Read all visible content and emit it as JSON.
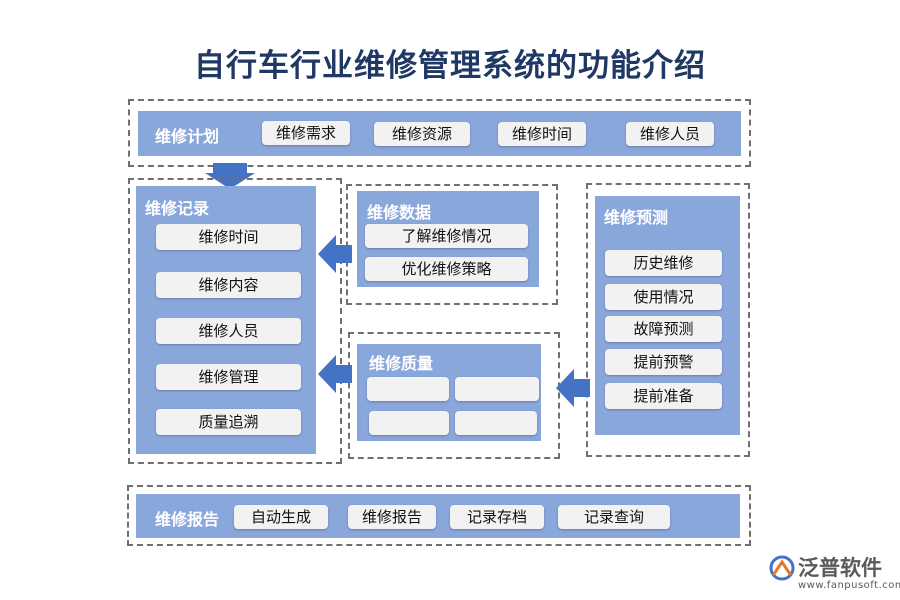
{
  "title": "自行车行业维修管理系统的功能介绍",
  "plan": {
    "title": "维修计划",
    "items": [
      "维修需求",
      "维修资源",
      "维修时间",
      "维修人员"
    ]
  },
  "record": {
    "title": "维修记录",
    "items": [
      "维修时间",
      "维修内容",
      "维修人员",
      "维修管理",
      "质量追溯"
    ]
  },
  "data": {
    "title": "维修数据",
    "items": [
      "了解维修情况",
      "优化维修策略"
    ]
  },
  "quality": {
    "title": "维修质量",
    "items": [
      "",
      "",
      "",
      ""
    ]
  },
  "predict": {
    "title": "维修预测",
    "items": [
      "历史维修",
      "使用情况",
      "故障预测",
      "提前预警",
      "提前准备"
    ]
  },
  "report": {
    "title": "维修报告",
    "items": [
      "自动生成",
      "维修报告",
      "记录存档",
      "记录查询"
    ]
  },
  "brand": {
    "name": "泛普软件",
    "url": "www.fanpusoft.com"
  },
  "colors": {
    "panel": "#8aa7dc",
    "pill": "#f2f2f2",
    "arrow": "#4472c4",
    "title": "#1f3864"
  }
}
